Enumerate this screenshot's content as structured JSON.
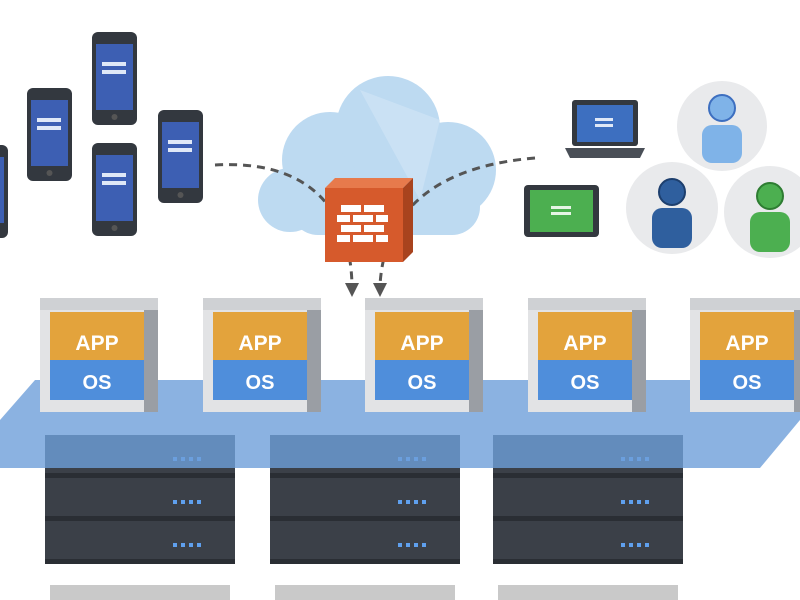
{
  "vms": [
    {
      "app_label": "APP",
      "os_label": "OS"
    },
    {
      "app_label": "APP",
      "os_label": "OS"
    },
    {
      "app_label": "APP",
      "os_label": "OS"
    },
    {
      "app_label": "APP",
      "os_label": "OS"
    },
    {
      "app_label": "APP",
      "os_label": "OS"
    }
  ],
  "colors": {
    "app": "#e3a33c",
    "os": "#4f8edb",
    "platform": "#6e9fd9",
    "cloud": "#bddaf1",
    "firewall": "#d65a2c",
    "server": "#3b4048",
    "user_light": "#7fb3e8",
    "user_dark": "#2f5f9e",
    "user_green": "#4caf50"
  },
  "icons": [
    "smartphone-icon",
    "cloud-icon",
    "firewall-icon",
    "laptop-icon",
    "tablet-icon",
    "user-icon",
    "server-icon"
  ]
}
